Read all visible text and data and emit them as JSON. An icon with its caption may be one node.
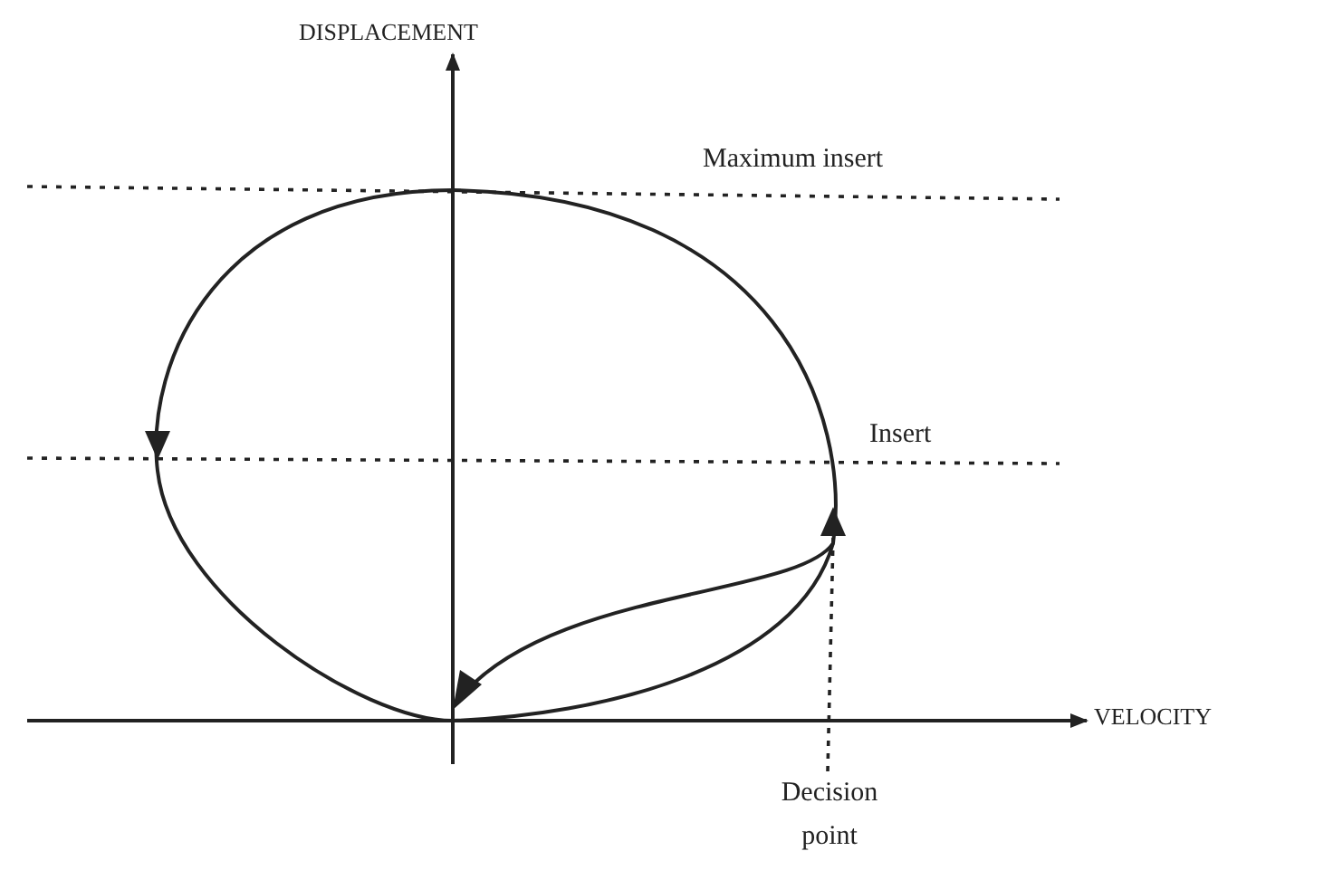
{
  "diagram": {
    "nodes": [
      {
        "text": [
          "Decision point"
        ]
      },
      {
        "text": [],
        "shape": "arrowhead"
      }
    ],
    "edges": [
      {
        "from": 0,
        "to": 1,
        "arrow": "none",
        "style": "dashed"
      }
    ],
    "labels": [
      "DISPLACEMENT",
      "Maximum insert",
      "Insert",
      "VELOCITY"
    ]
  }
}
